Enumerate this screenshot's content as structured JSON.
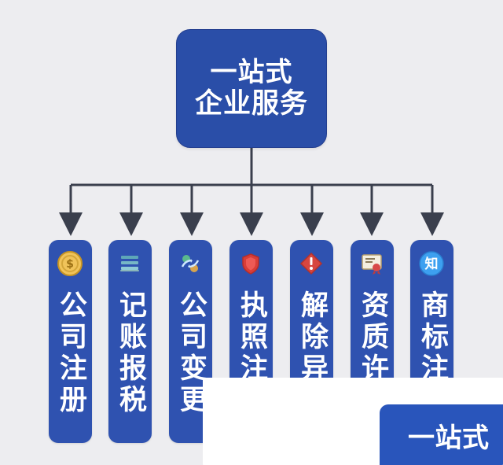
{
  "root": {
    "line1": "一站式",
    "line2": "企业服务"
  },
  "colors": {
    "background": "#ededf0",
    "box_fill": "#2f52b0",
    "connector": "#3a3f4d",
    "text": "#ffffff"
  },
  "services": [
    {
      "label": "公司注册",
      "icon": "coin-icon"
    },
    {
      "label": "记账报税",
      "icon": "ledger-icon"
    },
    {
      "label": "公司变更",
      "icon": "exchange-icon"
    },
    {
      "label": "执照注",
      "icon": "shield-icon"
    },
    {
      "label": "解除异",
      "icon": "warning-icon"
    },
    {
      "label": "资质许",
      "icon": "certificate-icon"
    },
    {
      "label": "商标注",
      "icon": "zhi-icon"
    }
  ],
  "overlay": {
    "text": "一站式"
  }
}
